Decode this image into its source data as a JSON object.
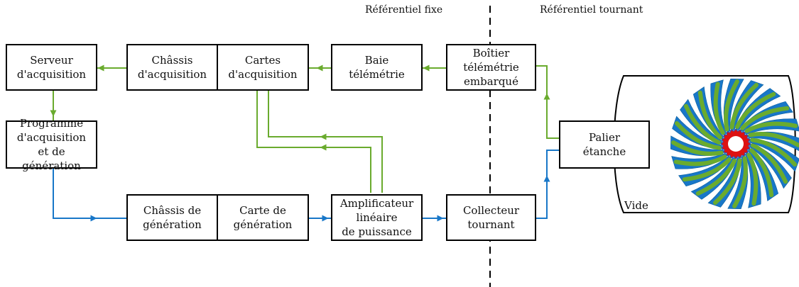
{
  "colors": {
    "green": "#6aab2e",
    "blue": "#1877c8",
    "black": "#000000",
    "rotor_red": "#dd1111"
  },
  "frames": {
    "fixed": "Référentiel fixe",
    "rotating": "Référentiel tournant"
  },
  "blocks": {
    "server": "Serveur\nd'acquisition",
    "acq_chassis": "Châssis\nd'acquisition",
    "acq_cards": "Cartes\nd'acquisition",
    "telemetry_bay": "Baie\ntélémétrie",
    "onboard_telemetry": "Boîtier\ntélémétrie\nembarqué",
    "program": "Programme\nd'acquisition\net de génération",
    "gen_chassis": "Châssis de\ngénération",
    "gen_card": "Carte de\ngénération",
    "amplifier": "Amplificateur\nlinéaire\nde puissance",
    "slip_ring": "Collecteur\ntournant",
    "sealed_bearing": "Palier\nétanche"
  },
  "chamber": {
    "label": "Vide",
    "rotor_icon": "bladed-disk-rotor-icon"
  }
}
